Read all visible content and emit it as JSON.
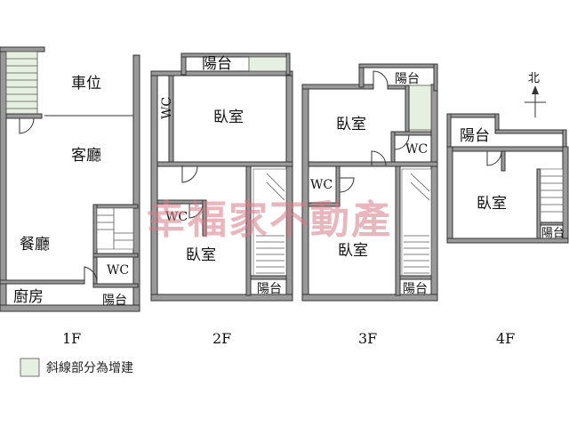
{
  "floors": {
    "f1": {
      "label": "1F",
      "rooms": {
        "parking": "車位",
        "living": "客廳",
        "dining": "餐廳",
        "wc": "WC",
        "kitchen": "廚房",
        "balcony": "陽台"
      }
    },
    "f2": {
      "label": "2F",
      "rooms": {
        "balcony_top": "陽台",
        "bedroom_top": "臥室",
        "wc": "WC",
        "bedroom_bottom": "臥室",
        "balcony_bottom": "陽台"
      }
    },
    "f3": {
      "label": "3F",
      "rooms": {
        "balcony_top": "陽台",
        "bedroom_top": "臥室",
        "wc_right": "WC",
        "wc_left": "WC",
        "bedroom_bottom": "臥室",
        "balcony_bottom": "陽台"
      }
    },
    "f4": {
      "label": "4F",
      "rooms": {
        "balcony": "陽台",
        "bedroom": "臥室",
        "balcony_small": "陽台"
      }
    }
  },
  "north_label": "北",
  "watermark": "幸福家不動產",
  "legend": {
    "text": "斜線部分為增建",
    "swatch_color": "#e6f0e0"
  },
  "colors": {
    "wall": "#999999",
    "watermark": "#d87a86"
  }
}
